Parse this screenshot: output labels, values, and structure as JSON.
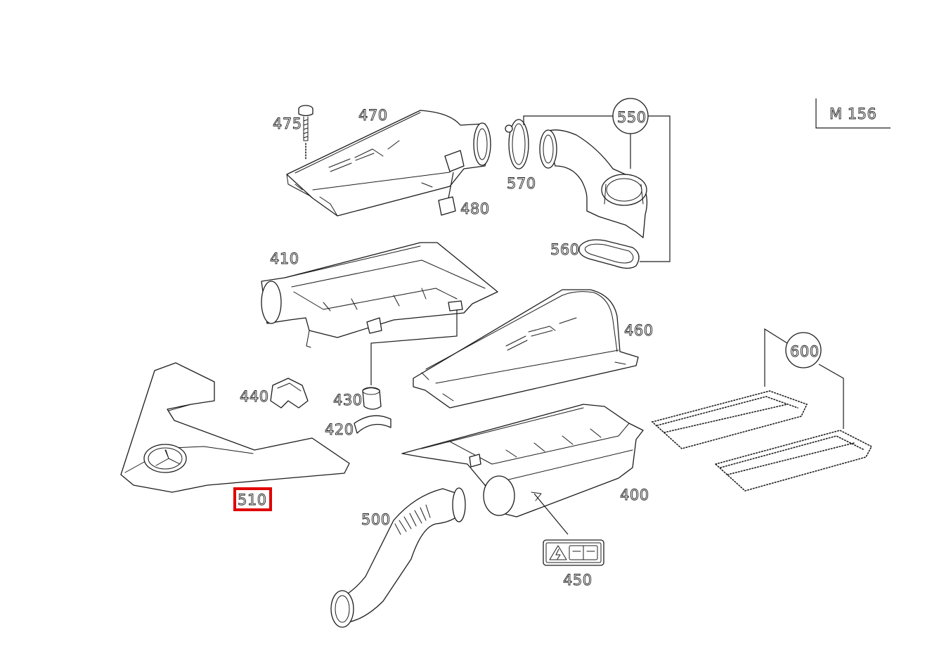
{
  "diagram": {
    "engine_code": "M 156",
    "highlighted_part": "510",
    "part_numbers": {
      "p475": "475",
      "p470": "470",
      "p480": "480",
      "p550": "550",
      "p570": "570",
      "p560": "560",
      "p410": "410",
      "p460": "460",
      "p600": "600",
      "p440": "440",
      "p430": "430",
      "p420": "420",
      "p510": "510",
      "p400": "400",
      "p500": "500",
      "p450": "450"
    },
    "colors": {
      "line": "#1c1c1c",
      "background": "#ffffff",
      "highlight": "#e00000"
    }
  }
}
